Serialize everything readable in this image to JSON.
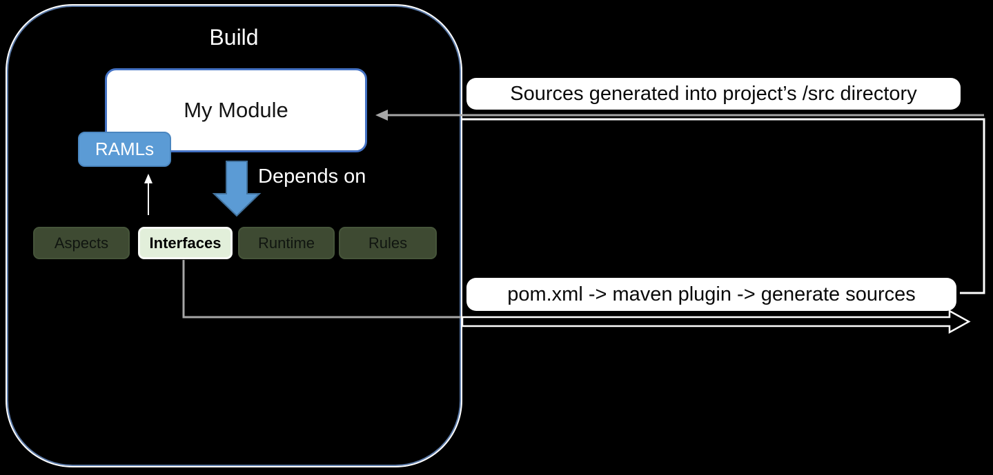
{
  "diagram": {
    "container": {
      "label": "Build"
    },
    "module": {
      "label": "My Module"
    },
    "ramls": {
      "label": "RAMLs"
    },
    "depends_arrow_label": "Depends on",
    "components": [
      {
        "label": "Aspects",
        "variant": "dark"
      },
      {
        "label": "Interfaces",
        "variant": "light"
      },
      {
        "label": "Runtime",
        "variant": "dark"
      },
      {
        "label": "Rules",
        "variant": "dark"
      }
    ],
    "annotations": {
      "sources": "Sources generated into project’s /src directory",
      "pom": "pom.xml -> maven plugin -> generate sources"
    },
    "colors": {
      "accent_blue": "#5b9bd5",
      "module_border_blue": "#4472c4",
      "container_border_blue": "#5b7aa8",
      "dark_green_fill": "#3e4a32",
      "light_green_fill": "#e2efda",
      "connector_gray": "#a6a6a6",
      "background": "#000000"
    }
  }
}
